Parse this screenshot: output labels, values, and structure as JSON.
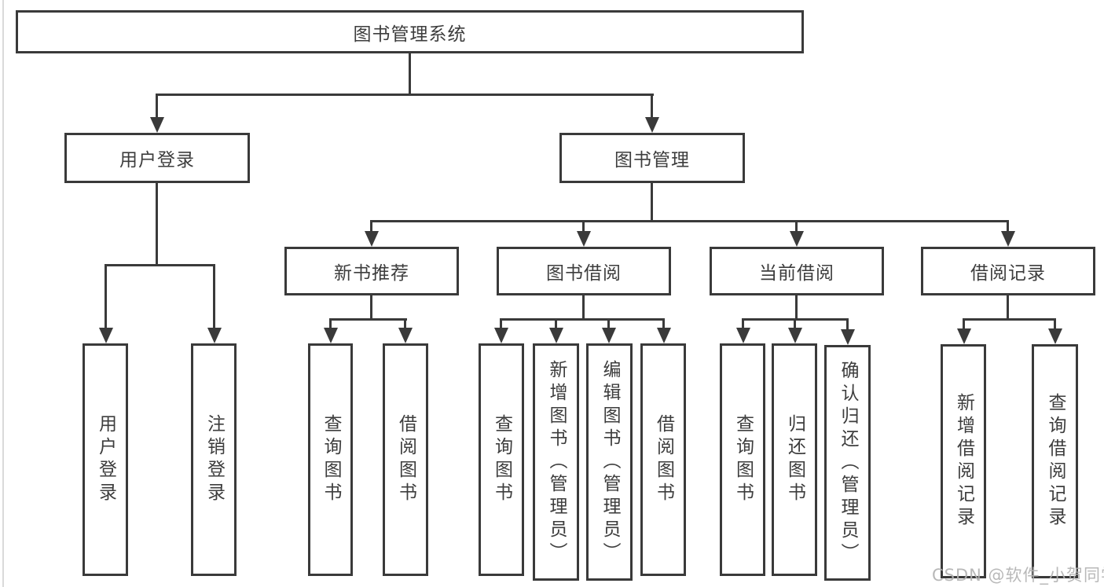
{
  "colors": {
    "line": "#3a3a3a",
    "text": "#3d3d3d",
    "watermark": "#b3b3b3",
    "bg": "#ffffff"
  },
  "nodes": {
    "root": {
      "label": "图书管理系统"
    },
    "level2": [
      {
        "label": "用户登录"
      },
      {
        "label": "图书管理"
      }
    ],
    "level3": [
      {
        "label": "新书推荐"
      },
      {
        "label": "图书借阅"
      },
      {
        "label": "当前借阅"
      },
      {
        "label": "借阅记录"
      }
    ],
    "leaves": {
      "userLogin": [
        {
          "label": "用户登录"
        },
        {
          "label": "注销登录"
        }
      ],
      "newBooks": [
        {
          "label": "查询图书"
        },
        {
          "label": "借阅图书"
        }
      ],
      "bookBorrow": [
        {
          "label": "查询图书"
        },
        {
          "label": "新增图书（管理员）"
        },
        {
          "label": "编辑图书（管理员）"
        },
        {
          "label": "借阅图书"
        }
      ],
      "currentBorrow": [
        {
          "label": "查询图书"
        },
        {
          "label": "归还图书"
        },
        {
          "label": "确认归还（管理员）"
        }
      ],
      "borrowRecords": [
        {
          "label": "新增借阅记录"
        },
        {
          "label": "查询借阅记录"
        }
      ]
    }
  },
  "watermark": {
    "text": "CSDN @软件_小贺同学"
  }
}
